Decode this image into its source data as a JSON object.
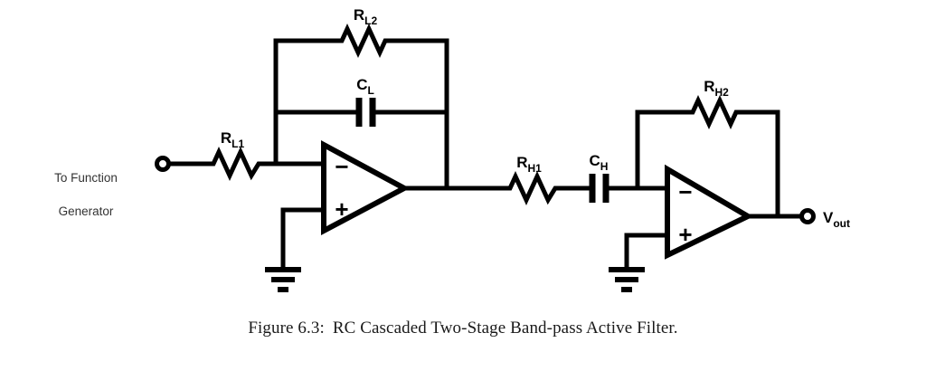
{
  "figure": {
    "caption_label": "Figure 6.3:",
    "caption_text": "RC Cascaded Two-Stage Band-pass Active Filter.",
    "caption_full": "Figure 6.3:  RC Cascaded Two-Stage Band-pass Active Filter."
  },
  "ports": {
    "input": {
      "label": "To Function\nGenerator",
      "line1": "To Function",
      "line2": "Generator",
      "terminal_name": "input-terminal"
    },
    "output": {
      "symbol": "V",
      "subscript": "out",
      "label": "Vout",
      "terminal_name": "output-terminal"
    }
  },
  "components": [
    {
      "id": "RL1",
      "type": "resistor",
      "symbol": "R",
      "subscript": "L1",
      "label": "RL1",
      "stage": "low-pass",
      "role": "input-series-resistor"
    },
    {
      "id": "RL2",
      "type": "resistor",
      "symbol": "R",
      "subscript": "L2",
      "label": "RL2",
      "stage": "low-pass",
      "role": "feedback-resistor"
    },
    {
      "id": "CL",
      "type": "capacitor",
      "symbol": "C",
      "subscript": "L",
      "label": "CL",
      "stage": "low-pass",
      "role": "feedback-capacitor"
    },
    {
      "id": "RH1",
      "type": "resistor",
      "symbol": "R",
      "subscript": "H1",
      "label": "RH1",
      "stage": "high-pass",
      "role": "series-resistor"
    },
    {
      "id": "CH",
      "type": "capacitor",
      "symbol": "C",
      "subscript": "H",
      "label": "CH",
      "stage": "high-pass",
      "role": "series-capacitor"
    },
    {
      "id": "RH2",
      "type": "resistor",
      "symbol": "R",
      "subscript": "H2",
      "label": "RH2",
      "stage": "high-pass",
      "role": "feedback-resistor"
    }
  ],
  "opamps": [
    {
      "id": "U1",
      "stage": "low-pass",
      "inverting_sign": "−",
      "noninverting_sign": "+",
      "noninverting_connection": "ground"
    },
    {
      "id": "U2",
      "stage": "high-pass",
      "inverting_sign": "−",
      "noninverting_sign": "+",
      "noninverting_connection": "ground"
    }
  ],
  "grounds": [
    {
      "id": "GND1",
      "attached_to": "U1"
    },
    {
      "id": "GND2",
      "attached_to": "U2"
    }
  ],
  "colors": {
    "background": "#ffffff",
    "wire": "#000000",
    "label": "#000000",
    "source_label": "#333333",
    "caption": "#1a1a1a"
  }
}
